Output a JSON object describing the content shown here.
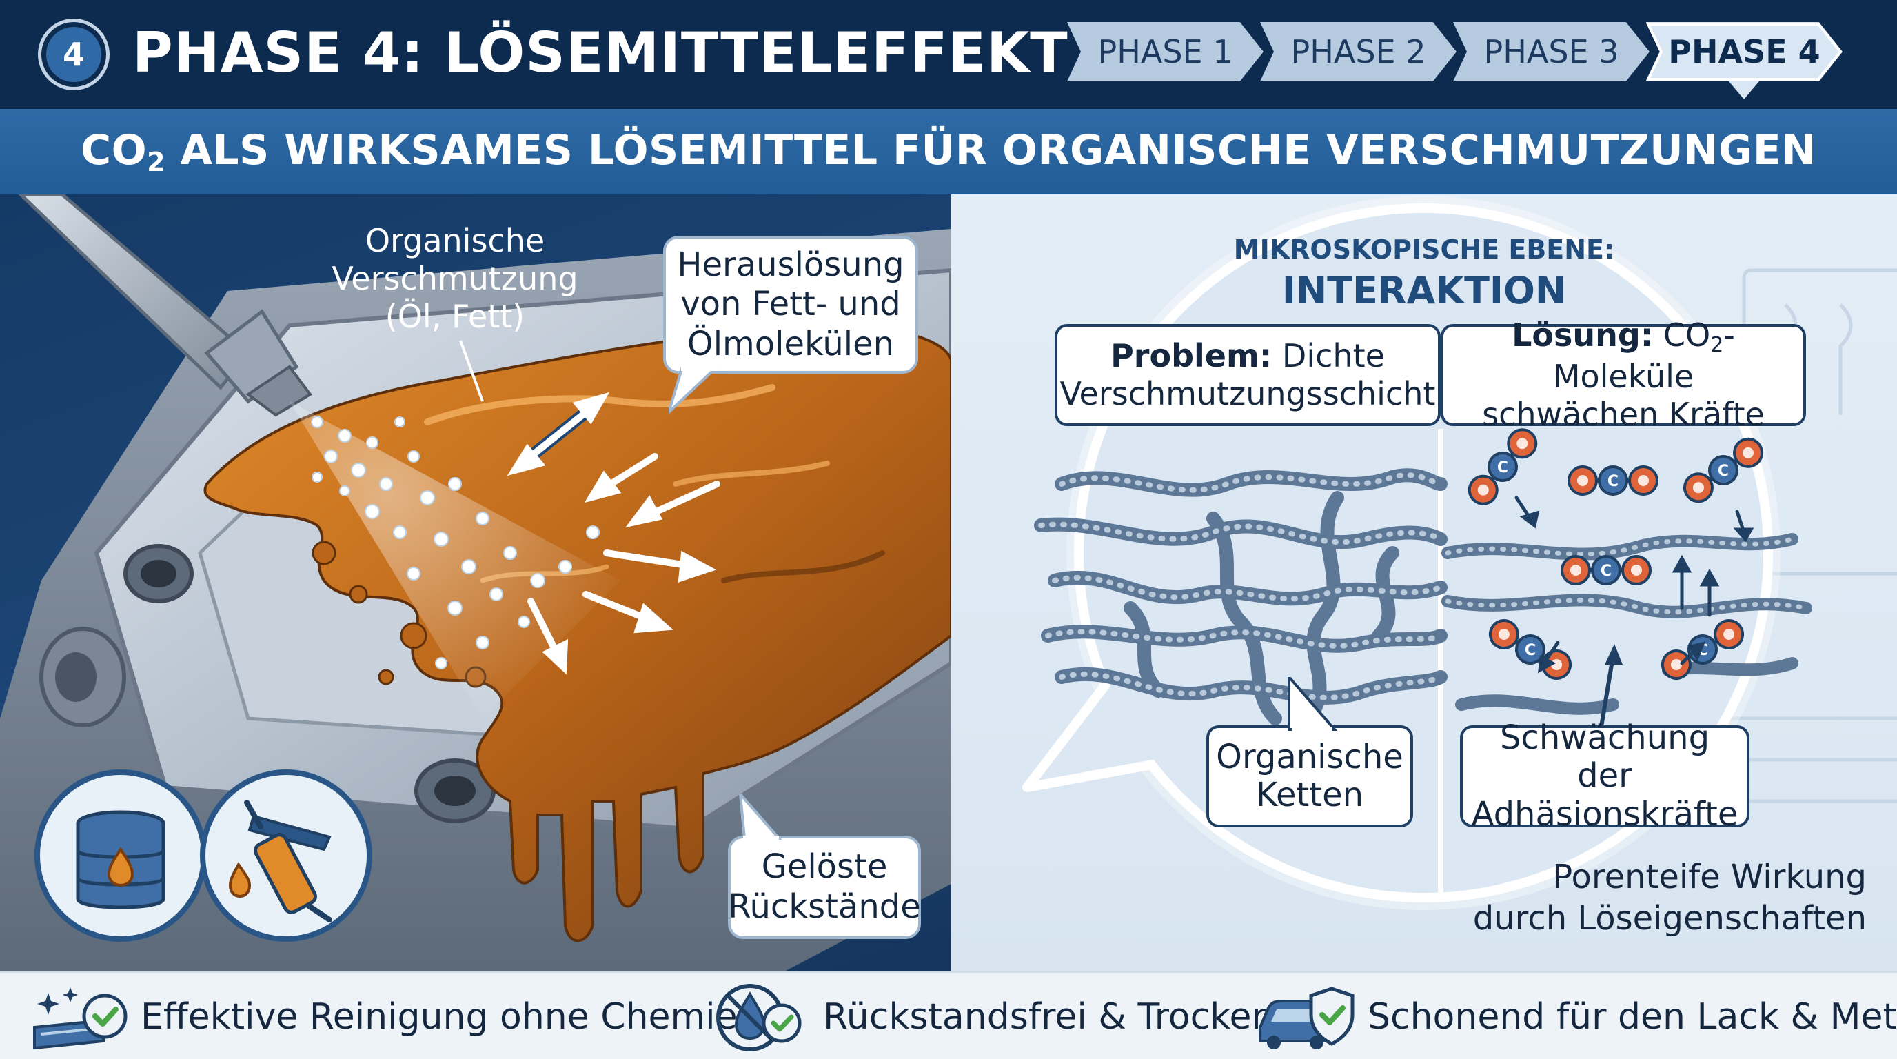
{
  "header": {
    "phase_number": "4",
    "title": "PHASE 4: LÖSEMITTELEFFEKT",
    "steps": [
      {
        "label": "PHASE 1",
        "active": false
      },
      {
        "label": "PHASE 2",
        "active": false
      },
      {
        "label": "PHASE 3",
        "active": false
      },
      {
        "label": "PHASE 4",
        "active": true
      }
    ]
  },
  "subtitle": {
    "prefix": "CO",
    "subscript": "2",
    "rest": " ALS WIRKSAMES LÖSEMITTEL FÜR ORGANISCHE VERSCHMUTZUNGEN"
  },
  "left": {
    "label_organic": [
      "Organische",
      "Verschmutzung",
      "(Öl, Fett)"
    ],
    "callout_dissolve": [
      "Herauslösung",
      "von Fett- und",
      "Ölmolekülen"
    ],
    "callout_residue": [
      "Gelöste",
      "Rückstände"
    ],
    "icons": [
      "oil-barrel-icon",
      "grease-gun-icon"
    ]
  },
  "right": {
    "micro_title_1": "MIKROSKOPISCHE EBENE:",
    "micro_title_2": "INTERAKTION",
    "problem_bold": "Problem:",
    "problem_text_1": " Dichte",
    "problem_text_2": "Verschmutzungsschicht",
    "solution_bold": "Lösung:",
    "solution_text_1a": " CO",
    "solution_sub": "2",
    "solution_text_1b": "-Moleküle",
    "solution_text_2": "schwächen Kräfte",
    "callout_chains": [
      "Organische",
      "Ketten"
    ],
    "callout_adhesion": [
      "Schwächung der",
      "Adhäsionskräfte"
    ],
    "porentiefe": [
      "Porenteife Wirkung",
      "durch Löseigenschaften"
    ],
    "molecule_atom_label": "C"
  },
  "footer": {
    "features": [
      {
        "icon": "sparkle-surface-check-icon",
        "label": "Effektive Reinigung ohne Chemie"
      },
      {
        "icon": "no-drop-check-icon",
        "label": "Rückstandsfrei & Trocken"
      },
      {
        "icon": "car-shield-check-icon",
        "label": "Schonend für den Lack & Metall"
      }
    ]
  },
  "colors": {
    "navy": "#0d2a4f",
    "blue_bar": "#2e6aa5",
    "grease": "#c8741f",
    "grease_dark": "#7a3d0e",
    "o_atom": "#e0643a",
    "c_atom": "#3f6fa6",
    "check_green": "#4aa547"
  }
}
